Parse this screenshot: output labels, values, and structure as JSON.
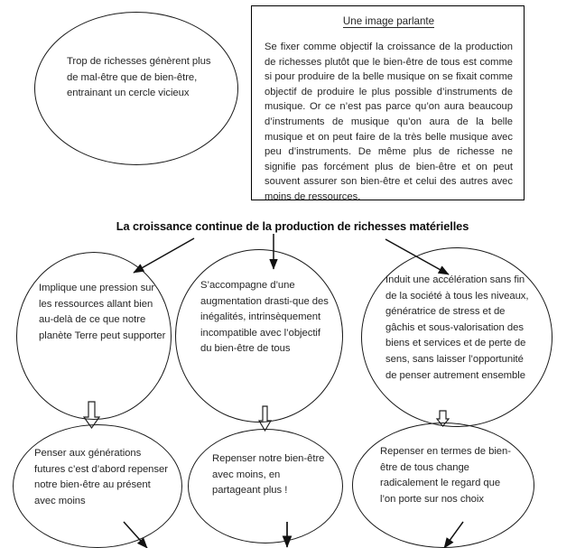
{
  "diagram": {
    "title_heading": "La croissance continue de la production de richesses matérielles",
    "top_ellipse": {
      "text": "Trop de richesses génèrent plus de mal-être que de bien-être, entrainant un cercle vicieux"
    },
    "textbox": {
      "title": "Une image parlante",
      "body": "Se fixer comme objectif la croissance de la production de richesses plutôt que le bien-être de tous est comme si pour produire de la belle musique on se fixait comme objectif de produire le plus possible d’instruments de musique. Or ce n’est pas parce qu’on aura beaucoup d’instruments de musique qu’on aura de la belle musique et on peut faire de la très belle musique avec peu d’instruments. De même plus de richesse  ne signifie pas forcément plus de bien-être et on peut souvent assurer son bien-être et celui des autres avec moins de ressources."
    },
    "consequences": [
      {
        "id": "implique",
        "text": " Implique une pression sur les ressources allant bien au-delà de ce que notre planète Terre peut supporter"
      },
      {
        "id": "inegalites",
        "text": "S’accompagne d’une augmentation drasti-que des inégalités, intrinsèquement incompatible avec l’objectif du bien-être de tous"
      },
      {
        "id": "acceleration",
        "text": "Induit une accélération sans fin de la société à tous les niveaux, génératrice de stress et de gâchis et sous-valorisation des biens et services et de perte de sens, sans laisser l’opportunité de penser autrement ensemble"
      }
    ],
    "responses": [
      {
        "id": "generations-futures",
        "text": "Penser aux générations futures c’est d’abord repenser notre bien-être au présent avec moins"
      },
      {
        "id": "partager-plus",
        "text": "Repenser notre bien-être avec moins, en partageant plus !"
      },
      {
        "id": "regard-choix",
        "text": "Repenser en termes de bien-être de tous change radicalement le regard que l’on porte sur nos choix"
      }
    ],
    "colors": {
      "stroke": "#1a1a1a",
      "text": "#262626",
      "background": "#ffffff"
    }
  }
}
